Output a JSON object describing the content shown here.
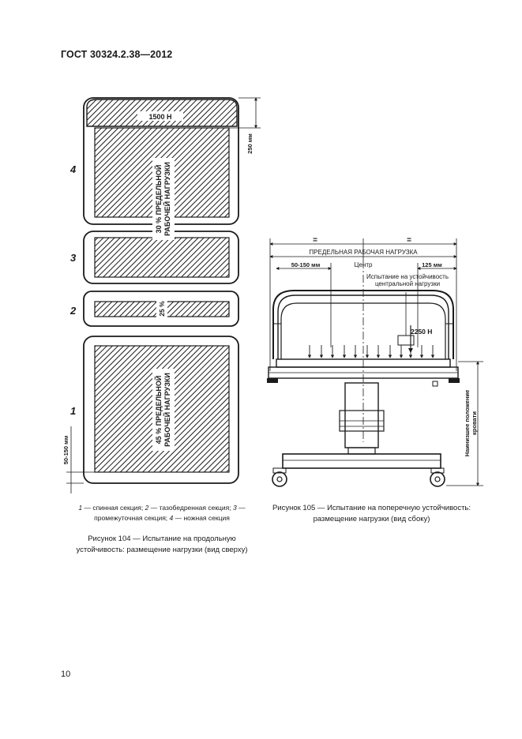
{
  "header": {
    "title": "ГОСТ 30324.2.38—2012"
  },
  "page_number": "10",
  "fig104": {
    "section_numbers": {
      "s4": "4",
      "s3": "3",
      "s2": "2",
      "s1": "1"
    },
    "load_label": "1500 Н",
    "dim_top": "250 мм",
    "dim_bottom": "50-150 мм",
    "s4_text_line1": "30 % ПРЕДЕЛЬНОЙ",
    "s4_text_line2": "РАБОЧЕЙ НАГРУЗКИ",
    "s2_text": "25 %",
    "s1_text_line1": "45 % ПРЕДЕЛЬНОЙ",
    "s1_text_line2": "РАБОЧЕЙ НАГРУЗКИ",
    "legend": {
      "n1": "1",
      "t1": " — спинная секция; ",
      "n2": "2",
      "t2": " — тазобедренная секция; ",
      "n3": "3",
      "t3": " — промежуточная секция; ",
      "n4": "4",
      "t4": " — ножная секция"
    },
    "caption": "Рисунок 104 — Испытание на продольную устойчивость: размещение нагрузки (вид сверху)"
  },
  "fig105": {
    "eq_left": "=",
    "eq_right": "=",
    "max_load_label": "ПРЕДЕЛЬНАЯ РАБОЧАЯ НАГРУЗКА",
    "dim_left": "50-150 мм",
    "center_label": "Центр",
    "dim_right": "125 мм",
    "stability_line1": "Испытание на устойчивость",
    "stability_line2": "центральной нагрузки",
    "force_label": "2250 Н",
    "lowest_pos_line1": "Наинизшее положение",
    "lowest_pos_line2": "кровати",
    "caption": "Рисунок 105 — Испытание на поперечную устойчивость: размещение нагрузки (вид сбоку)"
  }
}
